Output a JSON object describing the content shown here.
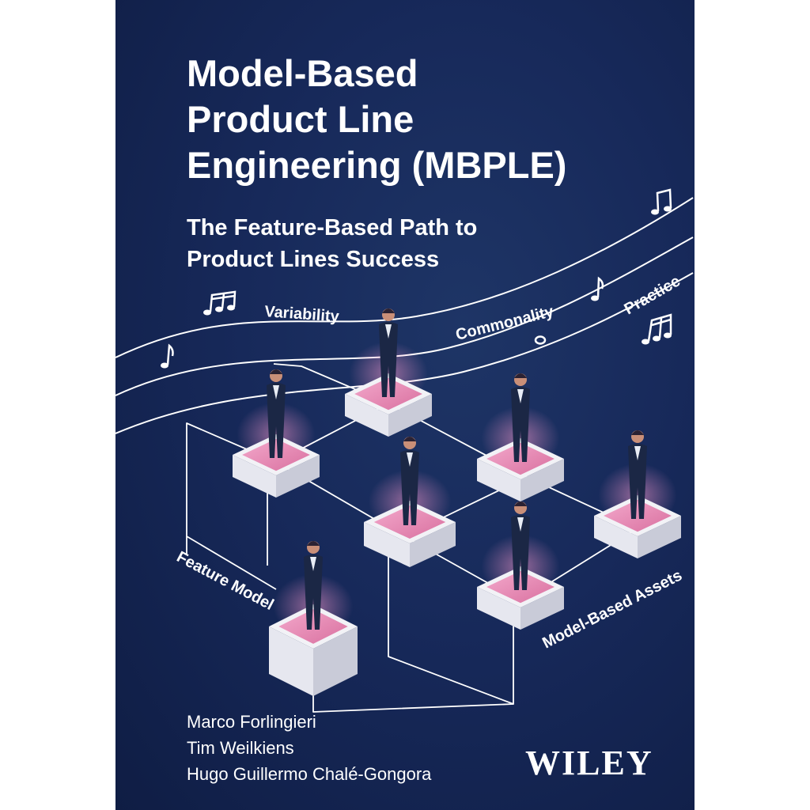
{
  "cover": {
    "title_lines": [
      "Model-Based",
      "Product Line",
      "Engineering (MBPLE)"
    ],
    "subtitle_lines": [
      "The Feature-Based Path to",
      "Product Lines Success"
    ],
    "curve_labels": {
      "variability": "Variability",
      "commonality": "Commonality",
      "practice": "Practice"
    },
    "diagram_labels": {
      "feature_model": "Feature Model",
      "model_based_assets": "Model-Based Assets"
    },
    "authors": [
      "Marco Forlingieri",
      "Tim Weilkiens",
      "Hugo Guillermo Chalé-Gongora"
    ],
    "publisher": "WILEY"
  },
  "colors": {
    "background": "#17295a",
    "text": "#ffffff",
    "pedestal_top": "#e48bb4",
    "pedestal_side": "#d9dbe6"
  },
  "icons": [
    "music-note-icon",
    "beamed-notes-icon"
  ]
}
